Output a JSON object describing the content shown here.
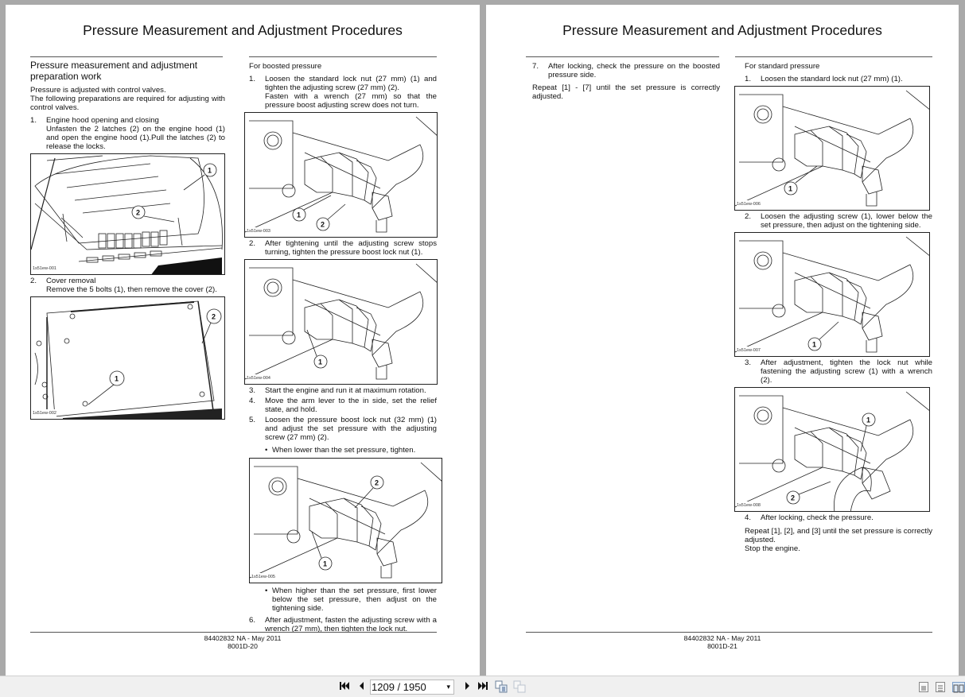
{
  "left_page": {
    "title": "Pressure Measurement and Adjustment Procedures",
    "col1": {
      "heading": "Pressure measurement and adjustment preparation work",
      "intro_1": "Pressure is adjusted with control valves.",
      "intro_2": "The following preparations are required for adjusting with control valves.",
      "steps": [
        {
          "num": "1.",
          "text": "Engine hood opening and closing\nUnfasten the 2 latches (2) on the engine hood (1) and open the engine hood (1).Pull the latches (2) to release the locks."
        },
        {
          "num": "2.",
          "text": "Cover removal\nRemove the 5 bolts (1), then remove the cover (2)."
        }
      ],
      "figures": [
        {
          "id": "1s51ew-001",
          "callouts": [
            "1",
            "2"
          ]
        },
        {
          "id": "1s51ew-002",
          "callouts": [
            "1",
            "2"
          ]
        }
      ]
    },
    "col2": {
      "subheading": "For boosted pressure",
      "steps": [
        {
          "num": "1.",
          "text": "Loosen the standard lock nut (27 mm) (1) and tighten the adjusting screw (27 mm) (2).\nFasten with a wrench (27 mm) so that the pressure boost adjusting screw does not turn."
        },
        {
          "num": "2.",
          "text": "After tightening until the adjusting screw stops turning, tighten the pressure boost lock nut (1)."
        },
        {
          "num": "3.",
          "text": "Start the engine and run it at maximum rotation."
        },
        {
          "num": "4.",
          "text": "Move the arm lever to the in side, set the relief state, and hold."
        },
        {
          "num": "5.",
          "text": "Loosen the pressure boost lock nut (32 mm) (1) and adjust the set pressure with the adjusting screw (27 mm) (2)."
        },
        {
          "num": "6.",
          "text": "After adjustment, fasten the adjusting screw with a wrench (27 mm), then tighten the lock nut."
        }
      ],
      "bullets": [
        "When lower than the set pressure, tighten.",
        "When higher than the set pressure, first lower below the set pressure, then adjust on the tightening side."
      ],
      "figures": [
        {
          "id": "1s51ew-003",
          "callouts": [
            "1",
            "2"
          ]
        },
        {
          "id": "1s51ew-004",
          "callouts": [
            "1"
          ]
        },
        {
          "id": "1s51ew-005",
          "callouts": [
            "1",
            "2"
          ]
        }
      ]
    },
    "footer": {
      "doc": "84402832 NA - May 2011",
      "page": "8001D-20"
    }
  },
  "right_page": {
    "title": "Pressure Measurement and Adjustment Procedures",
    "col1": {
      "steps": [
        {
          "num": "7.",
          "text": "After locking, check the pressure on the boosted pressure side."
        }
      ],
      "repeat": "Repeat [1] - [7] until the set pressure is correctly adjusted."
    },
    "col2": {
      "subheading": "For standard pressure",
      "steps": [
        {
          "num": "1.",
          "text": "Loosen the standard lock nut (27 mm) (1)."
        },
        {
          "num": "2.",
          "text": "Loosen the adjusting screw (1), lower below the set pressure, then adjust on the tightening side."
        },
        {
          "num": "3.",
          "text": "After adjustment, tighten the lock nut while fastening the adjusting screw (1) with a wrench (2)."
        },
        {
          "num": "4.",
          "text": "After locking, check the pressure."
        }
      ],
      "repeat": "Repeat [1], [2], and [3] until the set pressure is correctly adjusted.",
      "stop": "Stop the engine.",
      "figures": [
        {
          "id": "1s51ew-006",
          "callouts": [
            "1"
          ]
        },
        {
          "id": "1s51ew-007",
          "callouts": [
            "1"
          ]
        },
        {
          "id": "1s51ew-008",
          "callouts": [
            "1",
            "2"
          ]
        }
      ]
    },
    "footer": {
      "doc": "84402832 NA - May 2011",
      "page": "8001D-21"
    }
  },
  "toolbar": {
    "first_page_icon": "first-page-icon",
    "prev_page_icon": "prev-page-icon",
    "page_value": "1209 / 1950",
    "next_page_icon": "next-page-icon",
    "last_page_icon": "last-page-icon",
    "view_icons": [
      "single-page-icon",
      "continuous-icon",
      "two-page-icon"
    ]
  }
}
